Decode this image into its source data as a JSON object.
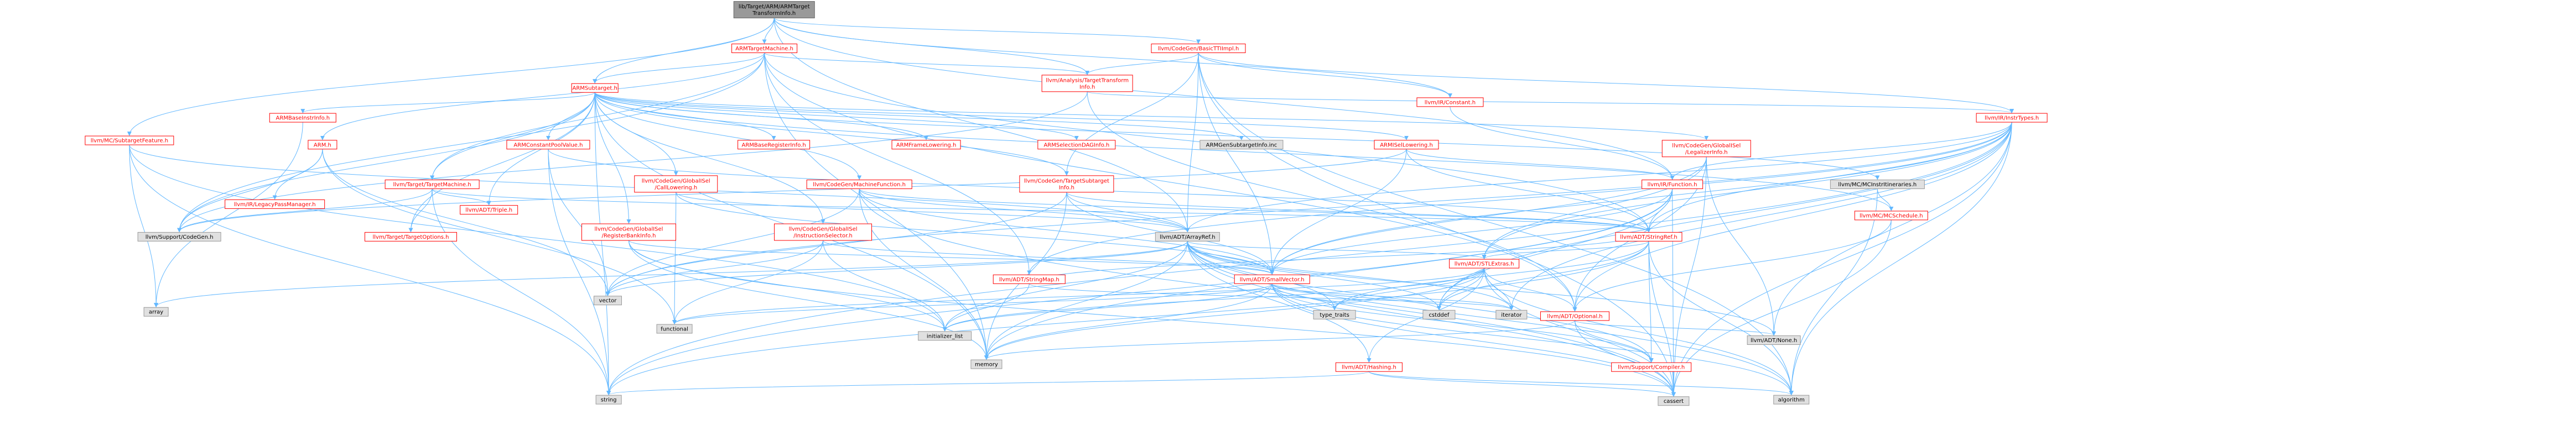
{
  "colors": {
    "edge": "#63b8ff",
    "arrow": "#63b8ff",
    "node_border_linked": "#ff0000",
    "node_border_plain": "#999999",
    "node_fill_plain": "#e0e0e0",
    "node_fill_root": "#999999"
  },
  "nodes": [
    {
      "id": "root",
      "lines": [
        "lib/Target/ARM/ARMTarget",
        "TransformInfo.h"
      ],
      "kind": "root"
    },
    {
      "id": "ARMTargetMachine",
      "lines": [
        "ARMTargetMachine.h"
      ],
      "kind": "red"
    },
    {
      "id": "BasicTTIImpl",
      "lines": [
        "llvm/CodeGen/BasicTTIImpl.h"
      ],
      "kind": "red"
    },
    {
      "id": "ARMSubtarget",
      "lines": [
        "ARMSubtarget.h"
      ],
      "kind": "red"
    },
    {
      "id": "TargetTransformInfo",
      "lines": [
        "llvm/Analysis/TargetTransform",
        "Info.h"
      ],
      "kind": "red"
    },
    {
      "id": "IRConstant",
      "lines": [
        "llvm/IR/Constant.h"
      ],
      "kind": "red"
    },
    {
      "id": "ARMh",
      "lines": [
        "ARM.h"
      ],
      "kind": "red"
    },
    {
      "id": "SubtargetFeature",
      "lines": [
        "llvm/MC/SubtargetFeature.h"
      ],
      "kind": "red"
    },
    {
      "id": "ARMBaseInstrInfo",
      "lines": [
        "ARMBaseInstrInfo.h"
      ],
      "kind": "red"
    },
    {
      "id": "ARMBaseRegisterInfo",
      "lines": [
        "ARMBaseRegisterInfo.h"
      ],
      "kind": "red"
    },
    {
      "id": "ARMFrameLowering",
      "lines": [
        "ARMFrameLowering.h"
      ],
      "kind": "red"
    },
    {
      "id": "ARMSelectionDAGInfo",
      "lines": [
        "ARMSelectionDAGInfo.h"
      ],
      "kind": "red"
    },
    {
      "id": "ARMGenSubtargetInfo",
      "lines": [
        "ARMGenSubtargetInfo.inc"
      ],
      "kind": "gray"
    },
    {
      "id": "ARMISelLowering",
      "lines": [
        "ARMISelLowering.h"
      ],
      "kind": "red"
    },
    {
      "id": "ARMConstantPoolValue",
      "lines": [
        "ARMConstantPoolValue.h"
      ],
      "kind": "red"
    },
    {
      "id": "TargetMachine",
      "lines": [
        "llvm/Target/TargetMachine.h"
      ],
      "kind": "red"
    },
    {
      "id": "CallLowering",
      "lines": [
        "llvm/CodeGen/GlobalISel",
        "/CallLowering.h"
      ],
      "kind": "red"
    },
    {
      "id": "MachineFunction",
      "lines": [
        "llvm/CodeGen/MachineFunction.h"
      ],
      "kind": "red"
    },
    {
      "id": "TargetSubtargetInfo",
      "lines": [
        "llvm/CodeGen/TargetSubtarget",
        "Info.h"
      ],
      "kind": "red"
    },
    {
      "id": "IRInstrTypes",
      "lines": [
        "llvm/IR/InstrTypes.h"
      ],
      "kind": "red"
    },
    {
      "id": "LegalizerInfo",
      "lines": [
        "llvm/CodeGen/GlobalISel",
        "/LegalizerInfo.h"
      ],
      "kind": "red"
    },
    {
      "id": "MCInstrItineraries",
      "lines": [
        "llvm/MC/MCInstrItineraries.h"
      ],
      "kind": "gray"
    },
    {
      "id": "IRFunction",
      "lines": [
        "llvm/IR/Function.h"
      ],
      "kind": "red"
    },
    {
      "id": "IRLegacyPassManager",
      "lines": [
        "llvm/IR/LegacyPassManager.h"
      ],
      "kind": "red"
    },
    {
      "id": "SupportCodeGen",
      "lines": [
        "llvm/Support/CodeGen.h"
      ],
      "kind": "gray"
    },
    {
      "id": "TargetOptions",
      "lines": [
        "llvm/Target/TargetOptions.h"
      ],
      "kind": "red"
    },
    {
      "id": "ADTTriple",
      "lines": [
        "llvm/ADT/Triple.h"
      ],
      "kind": "red"
    },
    {
      "id": "ADTArrayRef",
      "lines": [
        "llvm/ADT/ArrayRef.h"
      ],
      "kind": "gray"
    },
    {
      "id": "ADTStringRef",
      "lines": [
        "llvm/ADT/StringRef.h"
      ],
      "kind": "red"
    },
    {
      "id": "MCSchedule",
      "lines": [
        "llvm/MC/MCSchedule.h"
      ],
      "kind": "red"
    },
    {
      "id": "RegisterBankInfo",
      "lines": [
        "llvm/CodeGen/GlobalISel",
        "/RegisterBankInfo.h"
      ],
      "kind": "red"
    },
    {
      "id": "InstructionSelector",
      "lines": [
        "llvm/CodeGen/GlobalISel",
        "/InstructionSelector.h"
      ],
      "kind": "red"
    },
    {
      "id": "ADTStringMap",
      "lines": [
        "llvm/ADT/StringMap.h"
      ],
      "kind": "red"
    },
    {
      "id": "ADTSmallVector",
      "lines": [
        "llvm/ADT/SmallVector.h"
      ],
      "kind": "red"
    },
    {
      "id": "ADTSTLExtras",
      "lines": [
        "llvm/ADT/STLExtras.h"
      ],
      "kind": "red"
    },
    {
      "id": "ADTOptional",
      "lines": [
        "llvm/ADT/Optional.h"
      ],
      "kind": "red"
    },
    {
      "id": "ADTHashing",
      "lines": [
        "llvm/ADT/Hashing.h"
      ],
      "kind": "red"
    },
    {
      "id": "SupportCompiler",
      "lines": [
        "llvm/Support/Compiler.h"
      ],
      "kind": "red"
    },
    {
      "id": "ADTNone",
      "lines": [
        "llvm/ADT/None.h"
      ],
      "kind": "gray"
    },
    {
      "id": "array",
      "lines": [
        "array"
      ],
      "kind": "gray"
    },
    {
      "id": "vector",
      "lines": [
        "vector"
      ],
      "kind": "gray"
    },
    {
      "id": "functional",
      "lines": [
        "functional"
      ],
      "kind": "gray"
    },
    {
      "id": "initializer_list",
      "lines": [
        "initializer_list"
      ],
      "kind": "gray"
    },
    {
      "id": "memory",
      "lines": [
        "memory"
      ],
      "kind": "gray"
    },
    {
      "id": "string",
      "lines": [
        "string"
      ],
      "kind": "gray"
    },
    {
      "id": "type_traits",
      "lines": [
        "type_traits"
      ],
      "kind": "gray"
    },
    {
      "id": "cstddef",
      "lines": [
        "cstddef"
      ],
      "kind": "gray"
    },
    {
      "id": "iterator",
      "lines": [
        "iterator"
      ],
      "kind": "gray"
    },
    {
      "id": "cassert",
      "lines": [
        "cassert"
      ],
      "kind": "gray"
    },
    {
      "id": "algorithm",
      "lines": [
        "algorithm"
      ],
      "kind": "gray"
    }
  ],
  "edges": [
    [
      "root",
      "ARMTargetMachine"
    ],
    [
      "root",
      "BasicTTIImpl"
    ],
    [
      "root",
      "ARMSubtarget"
    ],
    [
      "root",
      "TargetTransformInfo"
    ],
    [
      "root",
      "IRConstant"
    ],
    [
      "root",
      "SubtargetFeature"
    ],
    [
      "root",
      "ADTArrayRef"
    ],
    [
      "root",
      "IRFunction"
    ],
    [
      "ARMTargetMachine",
      "ARMSubtarget"
    ],
    [
      "ARMTargetMachine",
      "TargetTransformInfo"
    ],
    [
      "ARMTargetMachine",
      "SupportCodeGen"
    ],
    [
      "ARMTargetMachine",
      "ADTStringMap"
    ],
    [
      "ARMTargetMachine",
      "ADTStringRef"
    ],
    [
      "ARMTargetMachine",
      "ADTOptional"
    ],
    [
      "ARMTargetMachine",
      "TargetMachine"
    ],
    [
      "ARMTargetMachine",
      "memory"
    ],
    [
      "ARMTargetMachine",
      "ARMh"
    ],
    [
      "BasicTTIImpl",
      "TargetTransformInfo"
    ],
    [
      "BasicTTIImpl",
      "ADTArrayRef"
    ],
    [
      "BasicTTIImpl",
      "IRConstant"
    ],
    [
      "BasicTTIImpl",
      "IRInstrTypes"
    ],
    [
      "BasicTTIImpl",
      "TargetSubtargetInfo"
    ],
    [
      "BasicTTIImpl",
      "ADTSmallVector"
    ],
    [
      "BasicTTIImpl",
      "algorithm"
    ],
    [
      "BasicTTIImpl",
      "cassert"
    ],
    [
      "ARMSubtarget",
      "ARMBaseInstrInfo"
    ],
    [
      "ARMSubtarget",
      "ARMBaseRegisterInfo"
    ],
    [
      "ARMSubtarget",
      "ARMFrameLowering"
    ],
    [
      "ARMSubtarget",
      "ARMSelectionDAGInfo"
    ],
    [
      "ARMSubtarget",
      "ARMGenSubtargetInfo"
    ],
    [
      "ARMSubtarget",
      "ARMISelLowering"
    ],
    [
      "ARMSubtarget",
      "ARMConstantPoolValue"
    ],
    [
      "ARMSubtarget",
      "TargetMachine"
    ],
    [
      "ARMSubtarget",
      "CallLowering"
    ],
    [
      "ARMSubtarget",
      "MachineFunction"
    ],
    [
      "ARMSubtarget",
      "TargetSubtargetInfo"
    ],
    [
      "ARMSubtarget",
      "LegalizerInfo"
    ],
    [
      "ARMSubtarget",
      "MCInstrItineraries"
    ],
    [
      "ARMSubtarget",
      "ADTTriple"
    ],
    [
      "ARMSubtarget",
      "RegisterBankInfo"
    ],
    [
      "ARMSubtarget",
      "InstructionSelector"
    ],
    [
      "ARMSubtarget",
      "TargetOptions"
    ],
    [
      "ARMSubtarget",
      "SupportCodeGen"
    ],
    [
      "ARMSubtarget",
      "MCSchedule"
    ],
    [
      "ARMSubtarget",
      "memory"
    ],
    [
      "ARMSubtarget",
      "string"
    ],
    [
      "TargetTransformInfo",
      "IRInstrTypes"
    ],
    [
      "TargetTransformInfo",
      "ADTOptional"
    ],
    [
      "TargetTransformInfo",
      "SupportCodeGen"
    ],
    [
      "ARMh",
      "SupportCodeGen"
    ],
    [
      "ARMh",
      "IRLegacyPassManager"
    ],
    [
      "ARMh",
      "functional"
    ],
    [
      "ARMh",
      "vector"
    ],
    [
      "SubtargetFeature",
      "ADTArrayRef"
    ],
    [
      "SubtargetFeature",
      "array"
    ],
    [
      "SubtargetFeature",
      "string"
    ],
    [
      "SubtargetFeature",
      "initializer_list"
    ],
    [
      "ARMBaseInstrInfo",
      "array"
    ],
    [
      "ARMISelLowering",
      "IRFunction"
    ],
    [
      "ARMISelLowering",
      "SupportCodeGen"
    ],
    [
      "ARMISelLowering",
      "ADTSmallVector"
    ],
    [
      "ARMISelLowering",
      "ADTStringRef"
    ],
    [
      "ARMConstantPoolValue",
      "ADTStringRef"
    ],
    [
      "ARMConstantPoolValue",
      "string"
    ],
    [
      "ARMConstantPoolValue",
      "vector"
    ],
    [
      "TargetMachine",
      "ADTTriple"
    ],
    [
      "TargetMachine",
      "SupportCodeGen"
    ],
    [
      "TargetMachine",
      "TargetOptions"
    ],
    [
      "TargetMachine",
      "ADTStringRef"
    ],
    [
      "TargetMachine",
      "string"
    ],
    [
      "CallLowering",
      "ADTArrayRef"
    ],
    [
      "CallLowering",
      "ADTSmallVector"
    ],
    [
      "CallLowering",
      "functional"
    ],
    [
      "CallLowering",
      "cstdint"
    ],
    [
      "MachineFunction",
      "ADTArrayRef"
    ],
    [
      "MachineFunction",
      "ADTSmallVector"
    ],
    [
      "MachineFunction",
      "ADTStringRef"
    ],
    [
      "MachineFunction",
      "memory"
    ],
    [
      "MachineFunction",
      "vector"
    ],
    [
      "MachineFunction",
      "cassert"
    ],
    [
      "TargetSubtargetInfo",
      "ADTArrayRef"
    ],
    [
      "TargetSubtargetInfo",
      "ADTSmallVector"
    ],
    [
      "TargetSubtargetInfo",
      "ADTStringRef"
    ],
    [
      "TargetSubtargetInfo",
      "memory"
    ],
    [
      "TargetSubtargetInfo",
      "vector"
    ],
    [
      "IRInstrTypes",
      "ADTArrayRef"
    ],
    [
      "IRInstrTypes",
      "ADTNone"
    ],
    [
      "IRInstrTypes",
      "ADTOptional"
    ],
    [
      "IRInstrTypes",
      "ADTSTLExtras"
    ],
    [
      "IRInstrTypes",
      "ADTStringMap"
    ],
    [
      "IRInstrTypes",
      "ADTStringRef"
    ],
    [
      "IRInstrTypes",
      "IRFunction"
    ],
    [
      "IRInstrTypes",
      "algorithm"
    ],
    [
      "IRInstrTypes",
      "cassert"
    ],
    [
      "IRInstrTypes",
      "cstddef"
    ],
    [
      "IRInstrTypes",
      "iterator"
    ],
    [
      "IRInstrTypes",
      "string"
    ],
    [
      "IRInstrTypes",
      "vector"
    ],
    [
      "IRInstrTypes",
      "ADTSmallVector"
    ],
    [
      "LegalizerInfo",
      "ADTSTLExtras"
    ],
    [
      "LegalizerInfo",
      "ADTSmallVector"
    ],
    [
      "LegalizerInfo",
      "ADTOptional"
    ],
    [
      "LegalizerInfo",
      "ADTNone"
    ],
    [
      "LegalizerInfo",
      "cassert"
    ],
    [
      "LegalizerInfo",
      "cstdint"
    ],
    [
      "MCInstrItineraries",
      "MCSchedule"
    ],
    [
      "MCInstrItineraries",
      "algorithm"
    ],
    [
      "IRFunction",
      "ADTStringRef"
    ],
    [
      "IRFunction",
      "ADTSmallVector"
    ],
    [
      "IRFunction",
      "cassert"
    ],
    [
      "IRFunction",
      "cstddef"
    ],
    [
      "IRFunction",
      "memory"
    ],
    [
      "IRFunction",
      "string"
    ],
    [
      "ADTArrayRef",
      "ADTHashing"
    ],
    [
      "ADTArrayRef",
      "ADTNone"
    ],
    [
      "ADTArrayRef",
      "ADTSTLExtras"
    ],
    [
      "ADTArrayRef",
      "ADTSmallVector"
    ],
    [
      "ADTArrayRef",
      "SupportCompiler"
    ],
    [
      "ADTArrayRef",
      "algorithm"
    ],
    [
      "ADTArrayRef",
      "array"
    ],
    [
      "ADTArrayRef",
      "cassert"
    ],
    [
      "ADTArrayRef",
      "cstddef"
    ],
    [
      "ADTArrayRef",
      "initializer_list"
    ],
    [
      "ADTArrayRef",
      "iterator"
    ],
    [
      "ADTArrayRef",
      "memory"
    ],
    [
      "ADTArrayRef",
      "type_traits"
    ],
    [
      "ADTArrayRef",
      "vector"
    ],
    [
      "ADTStringRef",
      "ADTSTLExtras"
    ],
    [
      "ADTStringRef",
      "SupportCompiler"
    ],
    [
      "ADTStringRef",
      "algorithm"
    ],
    [
      "ADTStringRef",
      "cassert"
    ],
    [
      "ADTStringRef",
      "cstddef"
    ],
    [
      "ADTStringRef",
      "string"
    ],
    [
      "ADTStringRef",
      "type_traits"
    ],
    [
      "MCSchedule",
      "ADTOptional"
    ],
    [
      "MCSchedule",
      "cassert"
    ],
    [
      "RegisterBankInfo",
      "ADTSmallVector"
    ],
    [
      "RegisterBankInfo",
      "initializer_list"
    ],
    [
      "RegisterBankInfo",
      "memory"
    ],
    [
      "RegisterBankInfo",
      "cassert"
    ],
    [
      "InstructionSelector",
      "ADTSmallVector"
    ],
    [
      "InstructionSelector",
      "functional"
    ],
    [
      "InstructionSelector",
      "initializer_list"
    ],
    [
      "InstructionSelector",
      "vector"
    ],
    [
      "ADTStringMap",
      "ADTStringRef"
    ],
    [
      "ADTStringMap",
      "initializer_list"
    ],
    [
      "ADTStringMap",
      "iterator"
    ],
    [
      "ADTSmallVector",
      "SupportCompiler"
    ],
    [
      "ADTSmallVector",
      "algorithm"
    ],
    [
      "ADTSmallVector",
      "cassert"
    ],
    [
      "ADTSmallVector",
      "cstddef"
    ],
    [
      "ADTSmallVector",
      "functional"
    ],
    [
      "ADTSmallVector",
      "initializer_list"
    ],
    [
      "ADTSmallVector",
      "iterator"
    ],
    [
      "ADTSmallVector",
      "memory"
    ],
    [
      "ADTSmallVector",
      "type_traits"
    ],
    [
      "ADTSTLExtras",
      "ADTOptional"
    ],
    [
      "ADTSTLExtras",
      "ADTHashing"
    ],
    [
      "ADTSTLExtras",
      "algorithm"
    ],
    [
      "ADTSTLExtras",
      "cassert"
    ],
    [
      "ADTSTLExtras",
      "cstddef"
    ],
    [
      "ADTSTLExtras",
      "functional"
    ],
    [
      "ADTSTLExtras",
      "initializer_list"
    ],
    [
      "ADTSTLExtras",
      "iterator"
    ],
    [
      "ADTSTLExtras",
      "memory"
    ],
    [
      "ADTSTLExtras",
      "type_traits"
    ],
    [
      "ADTOptional",
      "ADTNone"
    ],
    [
      "ADTOptional",
      "SupportCompiler"
    ],
    [
      "ADTOptional",
      "cassert"
    ],
    [
      "ADTOptional",
      "memory"
    ],
    [
      "ADTHashing",
      "algorithm"
    ],
    [
      "ADTHashing",
      "cassert"
    ],
    [
      "ADTHashing",
      "string"
    ],
    [
      "IRConstant",
      "IRFunction"
    ]
  ]
}
